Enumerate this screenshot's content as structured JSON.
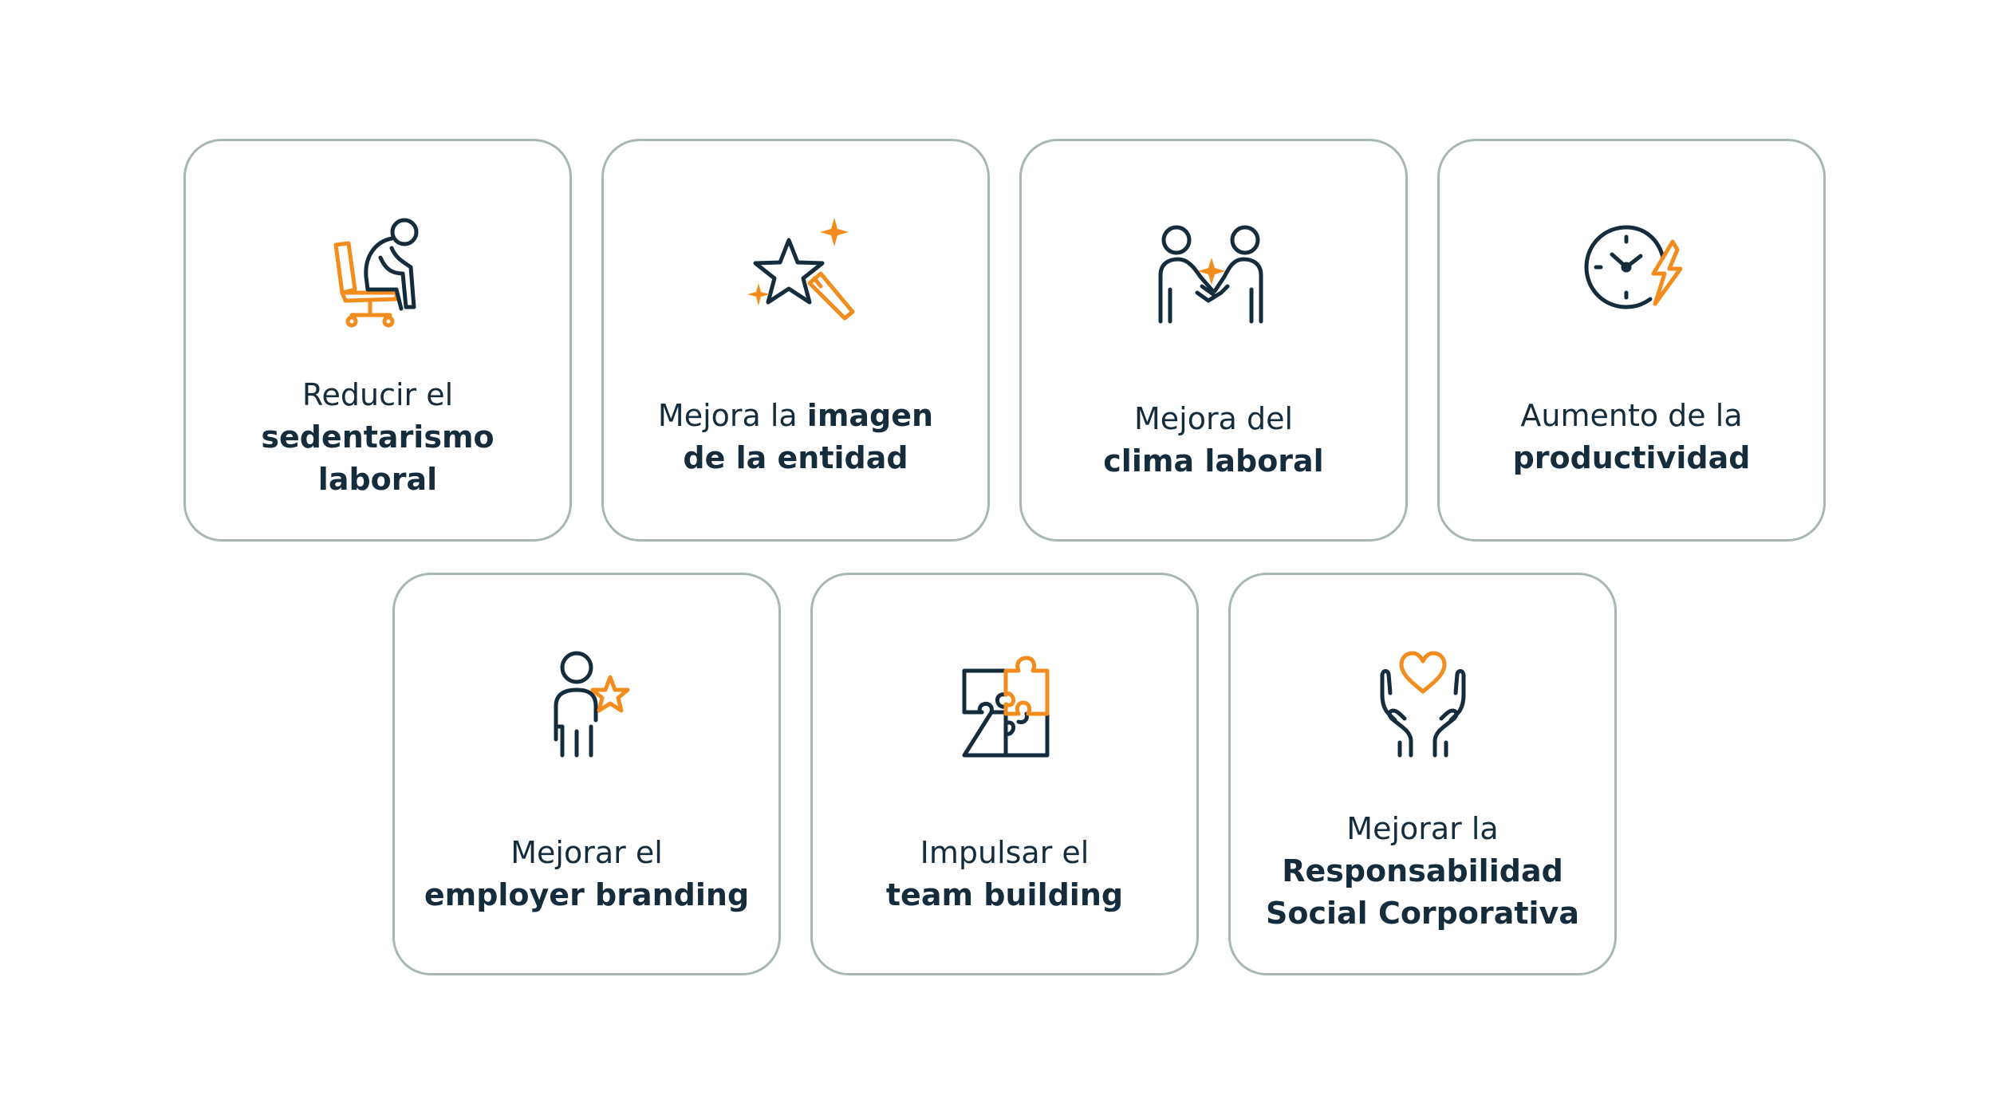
{
  "colors": {
    "dark": "#152c3d",
    "accent": "#f28c1d",
    "border": "#a9b7b3"
  },
  "cards": [
    {
      "icon": "sitting-person-icon",
      "line1": "Reducir el",
      "line2": "sedentarismo",
      "line3": "laboral"
    },
    {
      "icon": "star-wand-icon",
      "line1_light": "Mejora la ",
      "line1_bold": "imagen",
      "line2": "de la entidad"
    },
    {
      "icon": "handshake-icon",
      "line1": "Mejora del",
      "line2": "clima laboral"
    },
    {
      "icon": "clock-lightning-icon",
      "line1": "Aumento de la",
      "line2": "productividad"
    },
    {
      "icon": "person-star-icon",
      "line1": "Mejorar el",
      "line2": "employer branding"
    },
    {
      "icon": "puzzle-icon",
      "line1": "Impulsar el",
      "line2": "team building"
    },
    {
      "icon": "hands-heart-icon",
      "line1": "Mejorar la",
      "line2": "Responsabilidad",
      "line3": "Social Corporativa"
    }
  ]
}
